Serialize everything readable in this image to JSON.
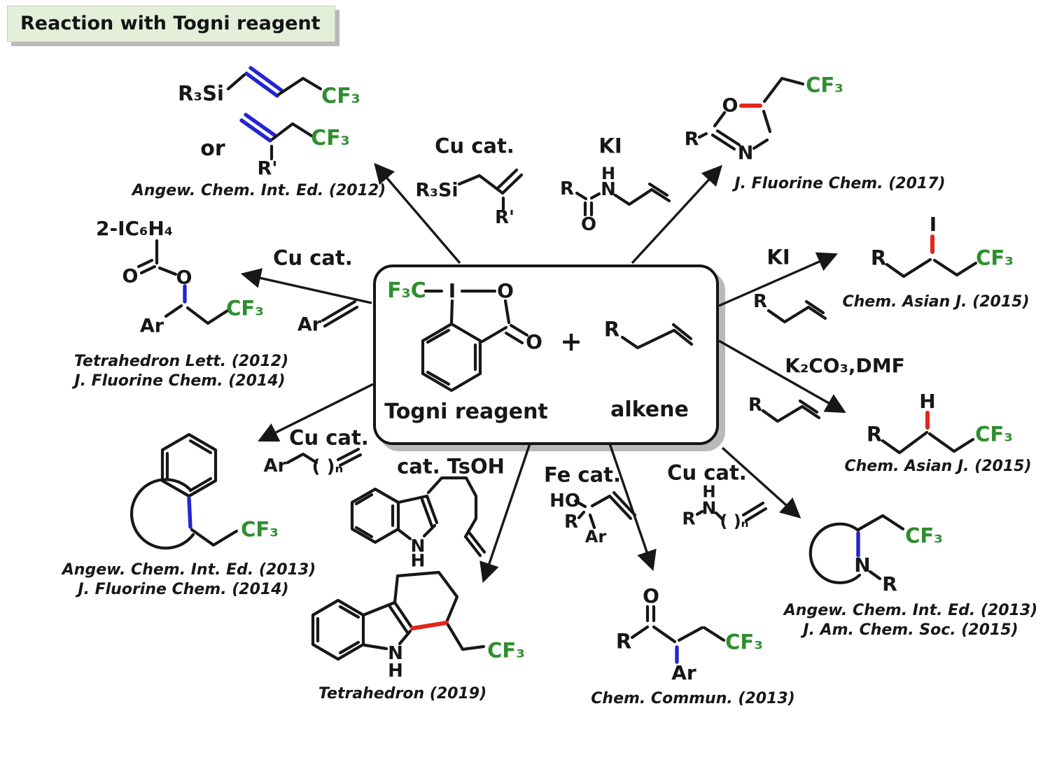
{
  "title": "Reaction with Togni reagent",
  "colors": {
    "cf3_green": "#2e8e2e",
    "new_bond_blue": "#2424d2",
    "new_bond_red": "#e2261c",
    "title_bg": "#e4efda",
    "shadow_gray": "#b9b9b9",
    "ink": "#171717"
  },
  "common": {
    "r": "R",
    "r_prime": "R'",
    "ar": "Ar",
    "o": "O",
    "n": "N",
    "h": "H",
    "i": "I",
    "ho": "HO",
    "plus": "+",
    "or": "or",
    "cf3": "CF₃",
    "f3c": "F₃C",
    "r3si": "R₃Si",
    "paren_n": "( )ₙ",
    "iodoaryl": "2-IC₆H₄"
  },
  "center_box": {
    "reagent_label": "Togni reagent",
    "alkene_label": "alkene"
  },
  "conditions": {
    "cu_cat": "Cu cat.",
    "ki": "KI",
    "k2co3_dmf": "K₂CO₃,DMF",
    "tsoh": "cat. TsOH",
    "fe_cat": "Fe cat."
  },
  "citations": {
    "silyl": "Angew. Chem. Int. Ed. (2012)",
    "ester_1": "Tetrahedron Lett. (2012)",
    "ester_2": "J. Fluorine Chem. (2014)",
    "oxazoline": "J. Fluorine Chem. (2017)",
    "iodide": "Chem. Asian J. (2015)",
    "hydro": "Chem. Asian J. (2015)",
    "carbocycle_1": "Angew. Chem. Int. Ed. (2013)",
    "carbocycle_2": "J. Fluorine Chem. (2014)",
    "carbazole": "Tetrahedron (2019)",
    "ketone": "Chem. Commun. (2013)",
    "amine_1": "Angew. Chem. Int. Ed. (2013)",
    "amine_2": "J. Am. Chem. Soc. (2015)"
  }
}
